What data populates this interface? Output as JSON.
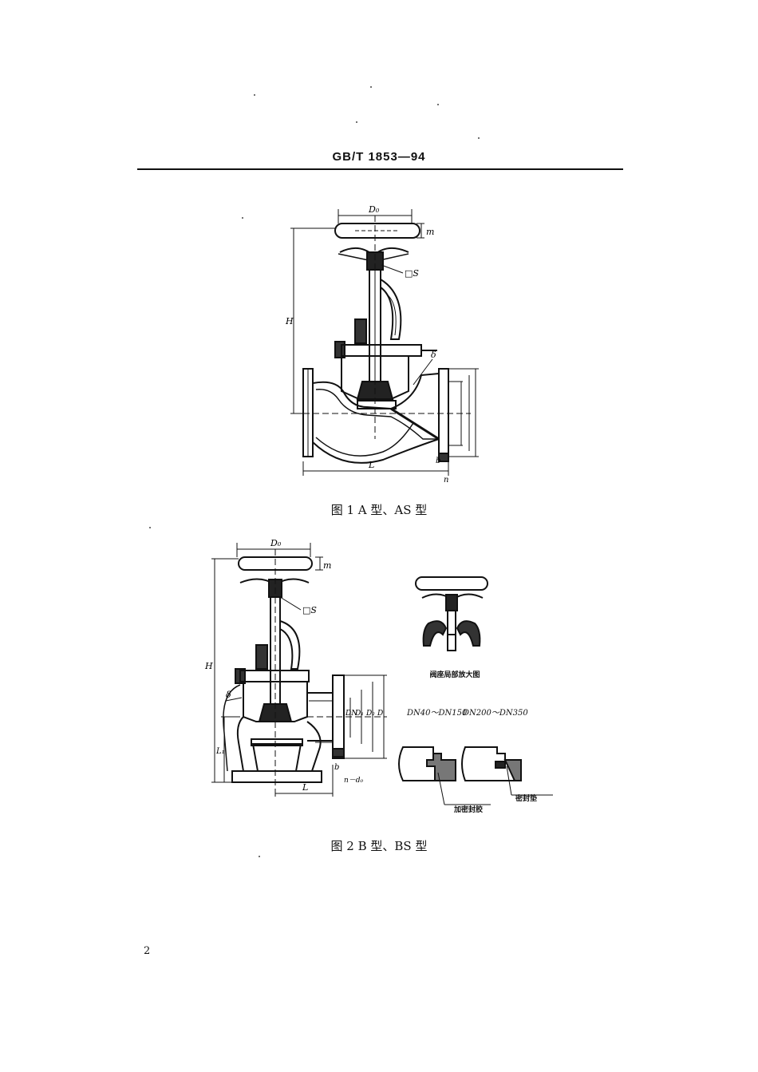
{
  "header": {
    "standard_number": "GB/T 1853—94"
  },
  "figure1": {
    "caption": "图 1   A 型、AS 型",
    "labels": {
      "dh": "D₀",
      "m": "m",
      "s": "□S",
      "h": "H",
      "delta": "δ",
      "l": "L",
      "b": "b",
      "n": "n"
    }
  },
  "figure2": {
    "caption": "图 2   B 型、BS 型",
    "labels": {
      "dh": "D₀",
      "m": "m",
      "s": "□S",
      "h": "H",
      "delta": "δ",
      "l": "L",
      "l1": "L₁",
      "b": "b",
      "nd0": "n－d₀",
      "dn": "DN",
      "d1": "D₁",
      "d2": "D₂",
      "d": "D"
    },
    "detail_title": "阀座局部放大图",
    "range_left": "DN40～DN150",
    "range_right": "DN200～DN350",
    "callout_glue": "加密封胶",
    "callout_gasket": "密封垫"
  },
  "footer": {
    "page_number": "2"
  }
}
